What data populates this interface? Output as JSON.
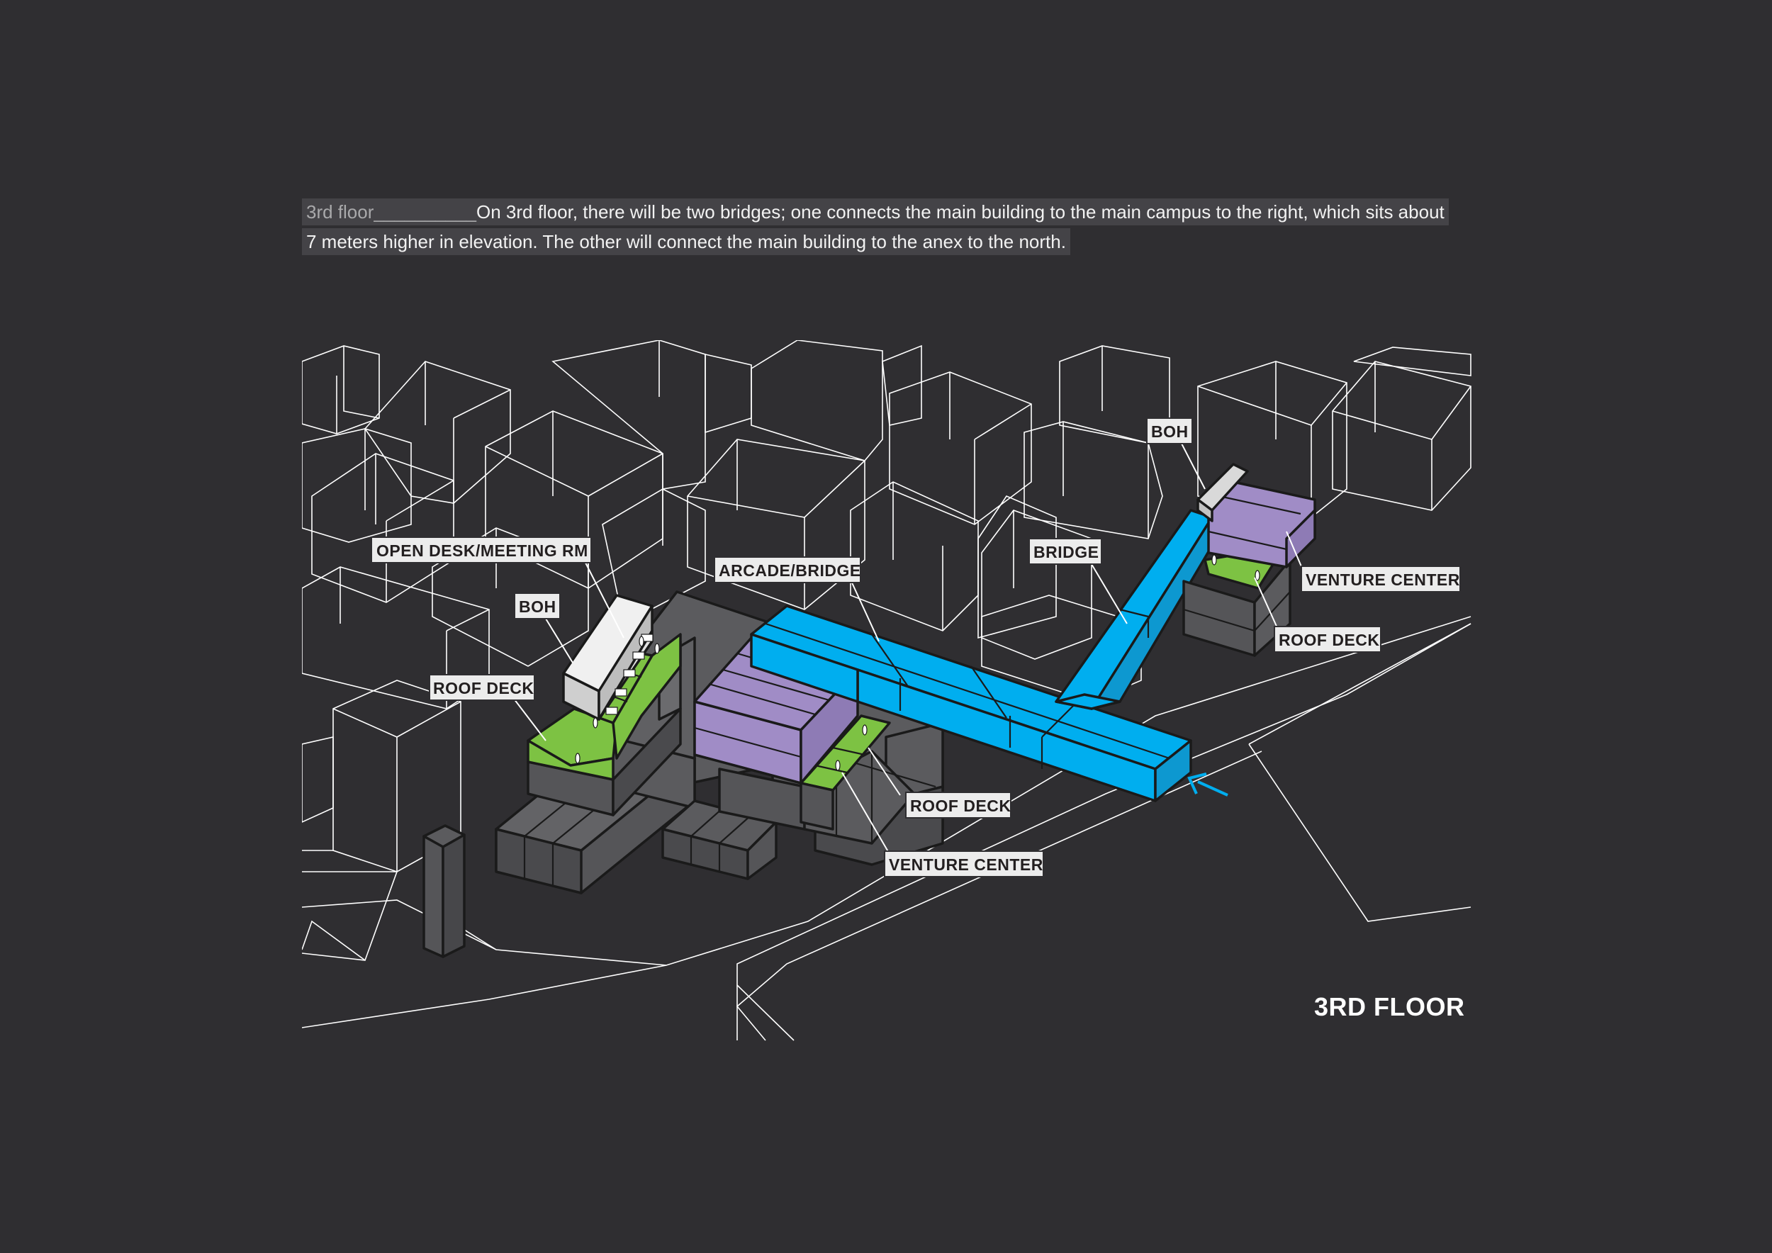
{
  "caption": {
    "floor_label": "3rd floor",
    "rule": "__________",
    "line1": "On 3rd floor, there will be two bridges; one connects the main building to the main campus to the right, which sits about",
    "line2": "7 meters higher in elevation. The other will connect the main building to the anex to the north."
  },
  "labels": {
    "open_desk": "OPEN DESK/MEETING RM",
    "boh_left": "BOH",
    "roof_deck_left": "ROOF DECK",
    "arcade_bridge": "ARCADE/BRIDGE",
    "bridge": "BRIDGE",
    "boh_right": "BOH",
    "venture_center_right": "VENTURE CENTER",
    "roof_deck_right": "ROOF DECK",
    "roof_deck_center": "ROOF DECK",
    "venture_center_center": "VENTURE CENTER"
  },
  "floor_title": "3RD FLOOR",
  "colors": {
    "background": "#2f2e31",
    "bridge_blue": "#00aeef",
    "venture_purple": "#a08cc6",
    "roof_green": "#7dc243",
    "boh_grey": "#d9d9d9",
    "mass_dark": "#555558"
  },
  "icons": {
    "entry_arrow": "arrow-icon"
  }
}
